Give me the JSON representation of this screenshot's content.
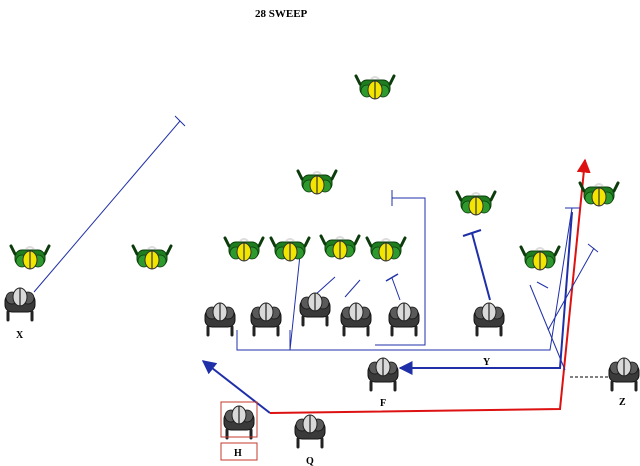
{
  "play": {
    "title": "28 SWEEP"
  },
  "labels": {
    "x": "X",
    "y": "Y",
    "f": "F",
    "z": "Z",
    "h": "H",
    "q": "Q"
  },
  "colors": {
    "background": "#ffffff",
    "route": "#1f2fa8",
    "ball_carrier_path": "#c8102e",
    "block_marker": "#1f2fa8",
    "defense_jersey": "#1e7d1e",
    "defense_helmet": "#f2e600",
    "offense_jersey": "#3a3a3a",
    "offense_helmet": "#d9d9d9",
    "motion_line": "#000000",
    "label_box": "#c0392b"
  },
  "icons": {
    "defense": "defender-helmet-icon",
    "offense": "offensive-player-helmet-icon"
  }
}
